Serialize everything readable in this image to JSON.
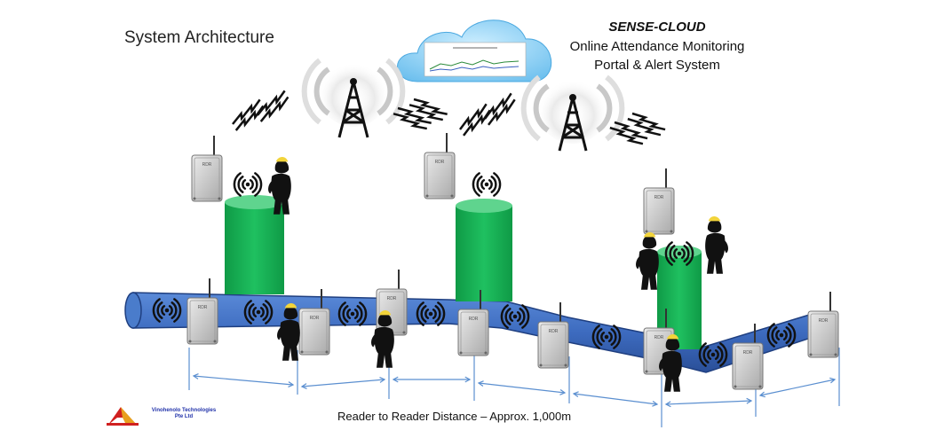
{
  "title": "System Architecture",
  "cloud": {
    "name": "SENSE-CLOUD",
    "line1": "Online Attendance Monitoring",
    "line2": "Portal & Alert System"
  },
  "distance_label": "Reader to Reader Distance – Approx.  1,000m",
  "logo": {
    "line1": "Vinohenolo Technologies",
    "line2": "Pte Ltd"
  },
  "reader_label": "RDR",
  "colors": {
    "pipe": "#3f6fc0",
    "pipe_edge": "#1f3f80",
    "shaft": "#16b055",
    "shaft_top": "#5fd48e",
    "cloud": "#8fd0f3",
    "reader": "#d4d4d4",
    "arrow": "#5b8fd0"
  },
  "icons": [
    "cell-tower-icon",
    "wireless-signal-icon",
    "lightning-icon",
    "worker-icon",
    "rfid-reader-icon",
    "cloud-icon"
  ]
}
